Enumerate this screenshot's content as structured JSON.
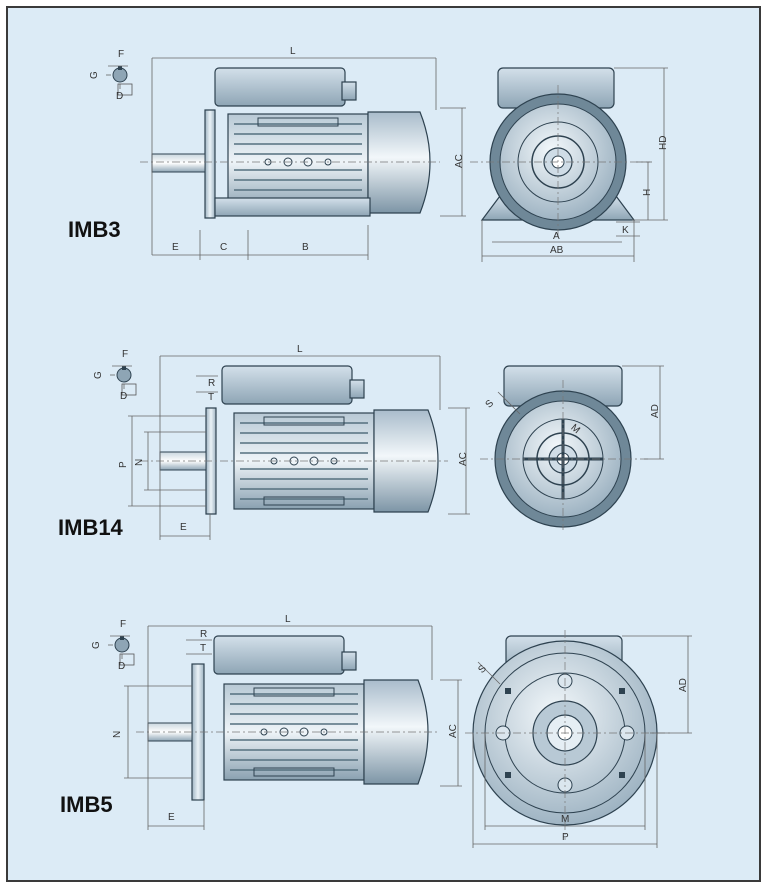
{
  "views": [
    {
      "title": "IMB3",
      "labels": {
        "shaft_f": "F",
        "shaft_g": "G",
        "shaft_d": "D",
        "length": "L",
        "e": "E",
        "c": "C",
        "b": "B",
        "ac": "AC",
        "hd": "HD",
        "h": "H",
        "a": "A",
        "ab": "AB",
        "k": "K"
      }
    },
    {
      "title": "IMB14",
      "labels": {
        "shaft_f": "F",
        "shaft_g": "G",
        "shaft_d": "D",
        "length": "L",
        "r": "R",
        "t": "T",
        "p": "P",
        "n": "N",
        "e": "E",
        "ac": "AC",
        "ad": "AD",
        "s": "S",
        "m": "M"
      }
    },
    {
      "title": "IMB5",
      "labels": {
        "shaft_f": "F",
        "shaft_g": "G",
        "shaft_d": "D",
        "length": "L",
        "r": "R",
        "t": "T",
        "n": "N",
        "e": "E",
        "ac": "AC",
        "ad": "AD",
        "s": "S",
        "m": "M",
        "p": "P"
      }
    }
  ],
  "colors": {
    "background": "#dcebf6",
    "border": "#3a3a3a",
    "motor_body": "#8ea5b5",
    "outline": "#2e4250"
  }
}
